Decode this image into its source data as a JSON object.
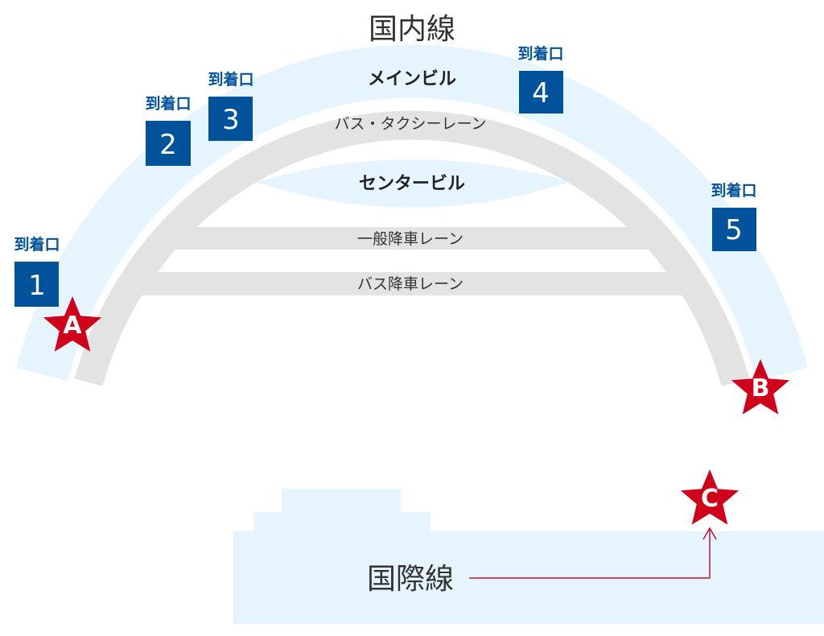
{
  "domestic_title": "国内線",
  "international_title": "国際線",
  "buildings": {
    "main": "メインビル",
    "center": "センタービル"
  },
  "lanes": {
    "bus_taxi": "バス・タクシーレーン",
    "general": "一般降車レーン",
    "bus": "バス降車レーン"
  },
  "gate_label": "到着口",
  "gates": [
    {
      "label": "到着口",
      "number": "1"
    },
    {
      "label": "到着口",
      "number": "2"
    },
    {
      "label": "到着口",
      "number": "3"
    },
    {
      "label": "到着口",
      "number": "4"
    },
    {
      "label": "到着口",
      "number": "5"
    }
  ],
  "stops": [
    {
      "letter": "A"
    },
    {
      "letter": "B"
    },
    {
      "letter": "C"
    }
  ],
  "colors": {
    "gate": "#00529b",
    "star": "#d0021b",
    "band": "#e6f5fd",
    "road": "#e3e3e3",
    "arrow": "#c8102e"
  }
}
